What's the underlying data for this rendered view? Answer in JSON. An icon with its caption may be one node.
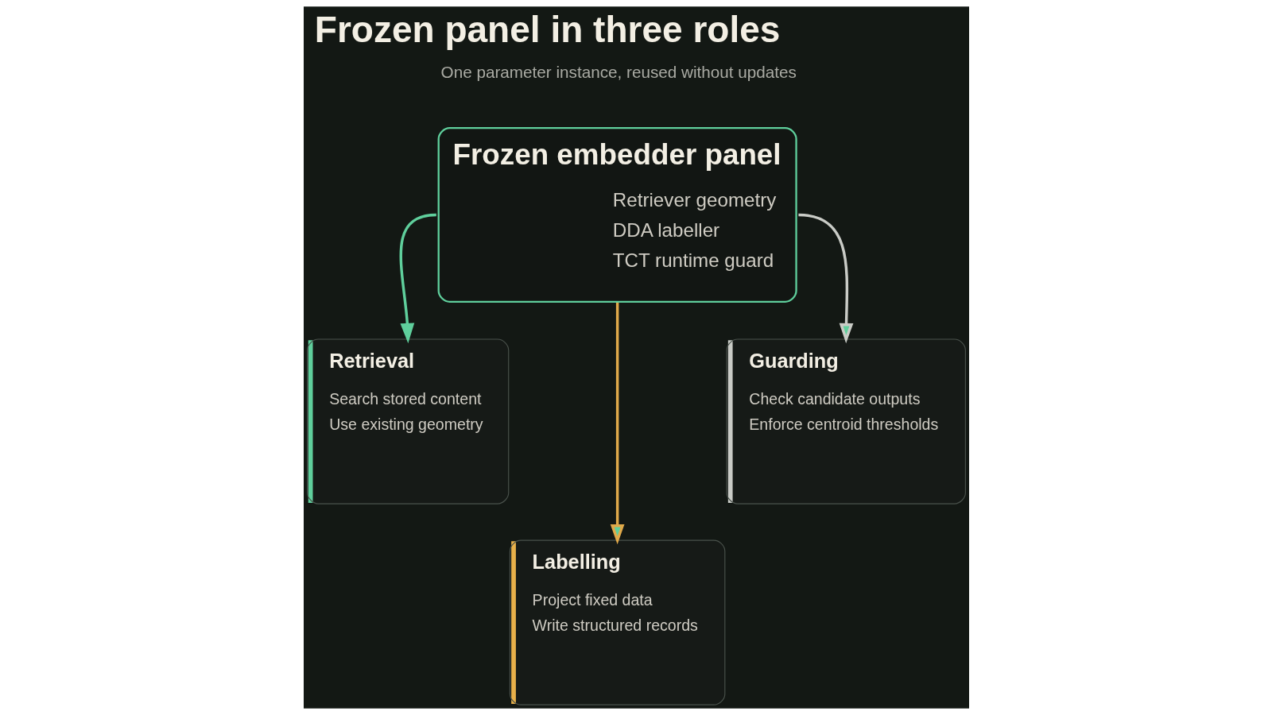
{
  "diagram": {
    "title": "Frozen panel in three roles",
    "nodes": [
      {
        "text": [
          "Retrieval",
          "Search stored content",
          "Use existing geometry"
        ]
      },
      {
        "text": [
          "Frozen embedder panel",
          "Retriever geometry",
          "DDA labeller",
          "TCT runtime guard"
        ]
      },
      {
        "text": [
          "Guarding",
          "Check candidate outputs",
          "Enforce centroid thresholds"
        ]
      },
      {
        "text": [
          "Labelling",
          "Project fixed data",
          "Write structured records"
        ]
      }
    ],
    "edges": [
      {
        "from": 1,
        "to": 0,
        "arrow": "to"
      },
      {
        "from": 1,
        "to": 2,
        "arrow": "to",
        "color": "#c9cbc6"
      },
      {
        "from": 1,
        "to": 3,
        "arrow": "to",
        "color": "#e0a94a"
      }
    ],
    "labels": [
      "One parameter instance, reused without updates"
    ]
  }
}
